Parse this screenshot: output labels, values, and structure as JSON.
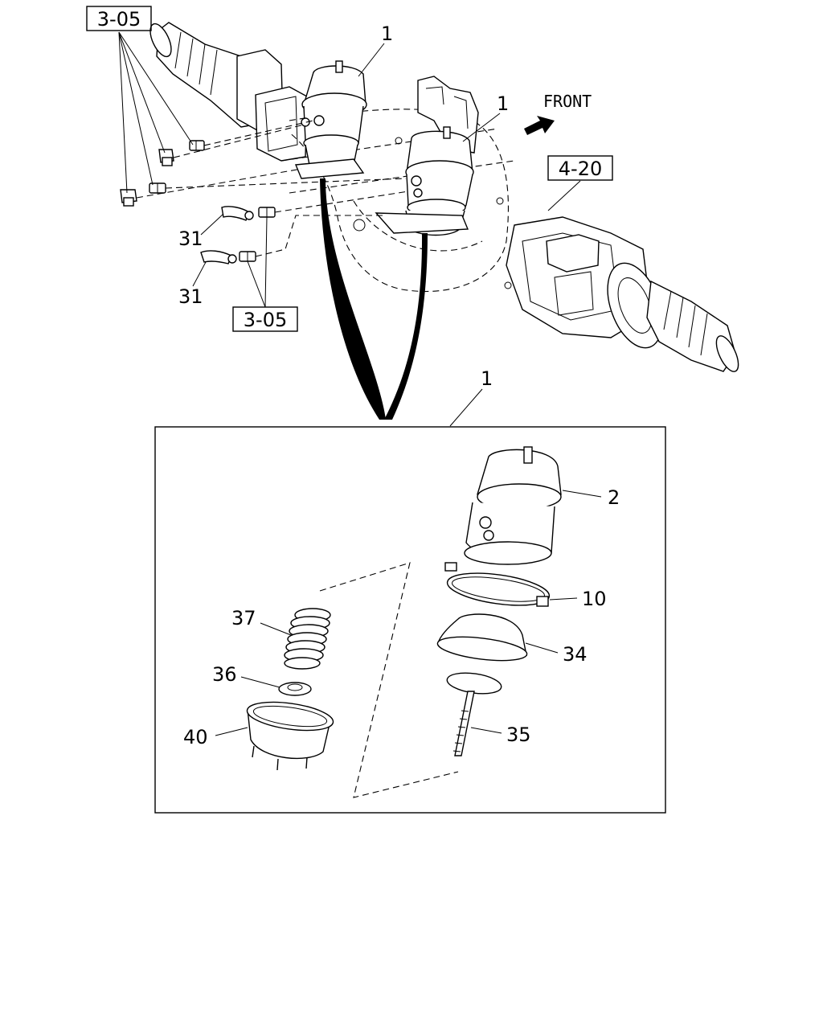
{
  "references": {
    "ref_top": "3-05",
    "ref_bottom": "3-05",
    "ref_axle": "4-20"
  },
  "direction_label": "FRONT",
  "callouts": {
    "chamber_left": "1",
    "chamber_right": "1",
    "chamber_exploded": "1",
    "housing": "2",
    "clamp": "10",
    "diaphragm": "34",
    "push_rod": "35",
    "spring_seat": "36",
    "spring": "37",
    "lower_housing": "40",
    "hose_upper": "31",
    "hose_lower": "31"
  }
}
